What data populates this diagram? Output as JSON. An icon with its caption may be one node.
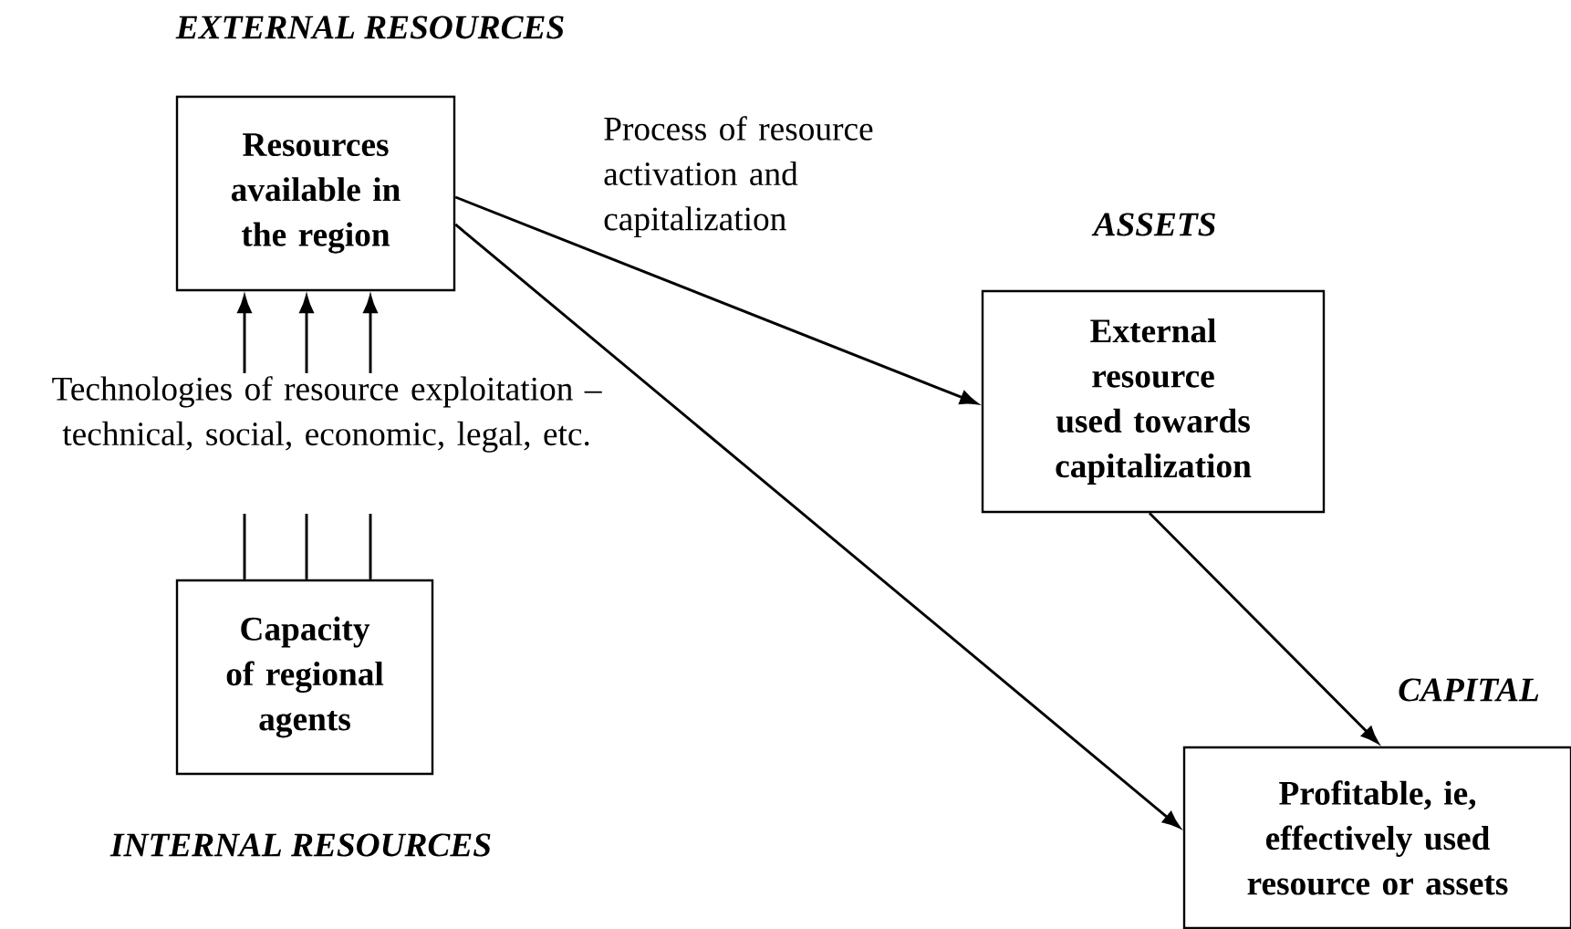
{
  "diagram": {
    "nodes": [
      {
        "text": [
          "Resources available in the region"
        ],
        "beside": [
          "EXTERNAL RESOURCES"
        ]
      },
      {
        "text": [
          "Technologies of resource exploitation – technical, social, economic, legal, etc."
        ]
      },
      {
        "text": [
          "Capacity of regional agents"
        ],
        "beside": [
          "INTERNAL RESOURCES"
        ]
      },
      {
        "text": [
          "External resource used towards capitalization"
        ],
        "beside": [
          "ASSETS"
        ]
      },
      {
        "text": [
          "Profitable, ie, effectively used resource or assets"
        ],
        "beside": [
          "CAPITAL"
        ]
      }
    ],
    "edges": [
      {
        "from": 1,
        "to": 0,
        "arrow": "to"
      },
      {
        "from": 1,
        "to": 0,
        "arrow": "to"
      },
      {
        "from": 1,
        "to": 0,
        "arrow": "to"
      },
      {
        "from": 2,
        "to": 1,
        "arrow": "none"
      },
      {
        "from": 2,
        "to": 1,
        "arrow": "none"
      },
      {
        "from": 2,
        "to": 1,
        "arrow": "none"
      },
      {
        "from": 0,
        "to": 3,
        "arrow": "to",
        "label": "Process of resource activation and capitalization"
      },
      {
        "from": 0,
        "to": 4,
        "arrow": "to"
      },
      {
        "from": 3,
        "to": 4,
        "arrow": "to"
      }
    ]
  }
}
